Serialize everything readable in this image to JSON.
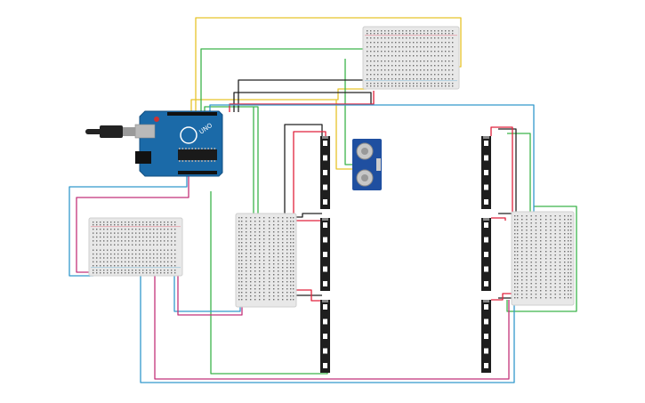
{
  "canvas": {
    "background": "#ffffff"
  },
  "colors": {
    "breadboard": "#e8e8e8",
    "breadboard_edge": "#cfcfcf",
    "breadboard_hole": "#6d6d6d",
    "arduino_board": "#1b6aa8",
    "arduino_dark": "#134f80",
    "chip": "#1a1a1a",
    "led_strip": "#1e1e1e",
    "led_pixel": "#ffffff",
    "sensor_board": "#1f4fa0",
    "sensor_eye": "#c7c7c7",
    "cable": "#222222",
    "wire_red": "#e0223c",
    "wire_black": "#222222",
    "wire_green": "#3cb44b",
    "wire_yellow": "#e6c42a",
    "wire_blue": "#3399cc",
    "wire_magenta": "#c2327a"
  },
  "components": {
    "arduino": {
      "board_label": "UNO",
      "icon": "arduino-uno-icon"
    },
    "usb_cable": {
      "icon": "usb-cable-icon"
    },
    "ultrasonic_sensor": {
      "icon": "ultrasonic-sensor-icon"
    },
    "breadboards": [
      {
        "id": "top-right",
        "icon": "half-breadboard-icon"
      },
      {
        "id": "left",
        "icon": "half-breadboard-icon"
      },
      {
        "id": "middle",
        "icon": "half-breadboard-icon"
      },
      {
        "id": "right",
        "icon": "half-breadboard-icon"
      }
    ],
    "led_strips": [
      {
        "id": "mid-top",
        "pixels": 5
      },
      {
        "id": "mid-middle",
        "pixels": 5
      },
      {
        "id": "mid-bottom",
        "pixels": 5
      },
      {
        "id": "right-top",
        "pixels": 5
      },
      {
        "id": "right-middle",
        "pixels": 5
      },
      {
        "id": "right-bottom",
        "pixels": 5
      }
    ]
  }
}
